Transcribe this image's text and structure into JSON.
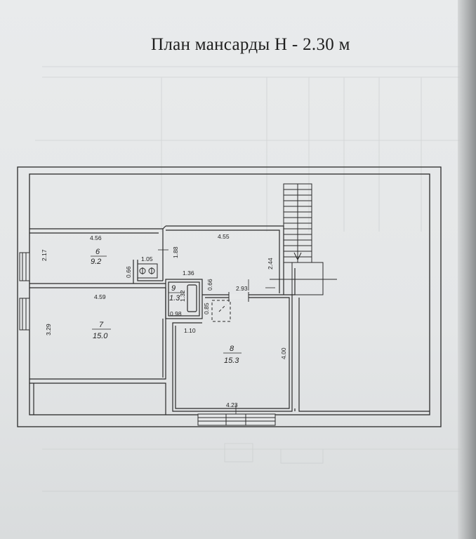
{
  "title": "План  мансарды Н - 2.30 м",
  "rooms": [
    {
      "number": "6",
      "area": "9.2"
    },
    {
      "number": "7",
      "area": "15.0"
    },
    {
      "number": "8",
      "area": "15.3"
    },
    {
      "number": "9",
      "area": "1.3"
    }
  ],
  "dimensions": {
    "r6_width": "4.56",
    "r6_height": "2.17",
    "r6_step": "1.05",
    "r6_wall": "0.66",
    "hall_width": "4.55",
    "hall_height": "2.44",
    "hall_post": "1.88",
    "bath_width": "1.36",
    "bath_wall": "0.66",
    "bath_height": "1.32",
    "bath_bottom": "0.98",
    "r7_width": "4.59",
    "r7_height": "3.29",
    "r8_top": "2.93",
    "r8_niche": "0.85",
    "r8_offset": "1.10",
    "r8_height": "4.00",
    "r8_bottom": "4.23"
  },
  "colors": {
    "ink": "#2a2a2a",
    "paper": "#e6e8e9"
  }
}
